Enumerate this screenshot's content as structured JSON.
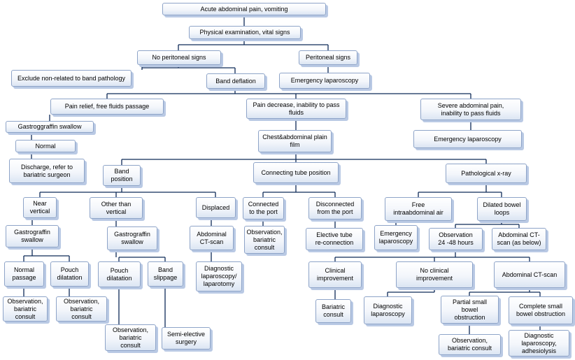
{
  "nodes": [
    {
      "id": "root",
      "text": "Acute abdominal pain, vomiting"
    },
    {
      "id": "pe",
      "text": "Physical examination, vital signs"
    },
    {
      "id": "noperi",
      "text": "No peritoneal signs"
    },
    {
      "id": "peri",
      "text": "Peritoneal signs"
    },
    {
      "id": "exclude",
      "text": "Exclude non-related to band pathology"
    },
    {
      "id": "deflation",
      "text": "Band deflation"
    },
    {
      "id": "emerg1",
      "text": "Emergency laparoscopy"
    },
    {
      "id": "painrelief",
      "text": "Pain relief, free fluids passage"
    },
    {
      "id": "paindecrease",
      "text": "Pain decrease, inability to pass\nfluids"
    },
    {
      "id": "severe",
      "text": "Severe abdominal pain,\ninability to pass fluids"
    },
    {
      "id": "gastro1",
      "text": "Gastroggraffin swallow"
    },
    {
      "id": "chestfilm",
      "text": "Chest&abdominal plain\nfilm"
    },
    {
      "id": "emerg2",
      "text": "Emergency laparoscopy"
    },
    {
      "id": "normal1",
      "text": "Normal"
    },
    {
      "id": "discharge",
      "text": "Discharge, refer to\nbariatric surgeon"
    },
    {
      "id": "bandpos",
      "text": "Band\nposition"
    },
    {
      "id": "tubepos",
      "text": "Connecting tube position"
    },
    {
      "id": "pathxray",
      "text": "Pathological x-ray"
    },
    {
      "id": "nearvert",
      "text": "Near\nvertical"
    },
    {
      "id": "othervert",
      "text": "Other than\nvertical"
    },
    {
      "id": "displaced",
      "text": "Displaced"
    },
    {
      "id": "connected",
      "text": "Connected\nto the port"
    },
    {
      "id": "disconnected",
      "text": "Disconnected\nfrom the port"
    },
    {
      "id": "freeair",
      "text": "Free\nintraabdominal air"
    },
    {
      "id": "dilated",
      "text": "Dilated bowel\nloops"
    },
    {
      "id": "gastro2",
      "text": "Gastrograffin\nswallow"
    },
    {
      "id": "gastro3",
      "text": "Gastrograffin\nswallow"
    },
    {
      "id": "abdct1",
      "text": "Abdominal\nCT-scan"
    },
    {
      "id": "obs1",
      "text": "Observation,\nbariatric\nconsult"
    },
    {
      "id": "elective",
      "text": "Elective tube\nre-connection"
    },
    {
      "id": "emerg3",
      "text": "Emergency\nlaparoscopy"
    },
    {
      "id": "obs2448",
      "text": "Observation\n24 -48 hours"
    },
    {
      "id": "abdct2",
      "text": "Abdominal CT-\nscan (as below)"
    },
    {
      "id": "normalpass",
      "text": "Normal\npassage"
    },
    {
      "id": "pouch1",
      "text": "Pouch\ndilatation"
    },
    {
      "id": "pouch2",
      "text": "Pouch\ndilatation"
    },
    {
      "id": "slippage",
      "text": "Band\nslippage"
    },
    {
      "id": "diaglap1",
      "text": "Diagnostic\nlaparoscopy/\nlaparotomy"
    },
    {
      "id": "clinimp",
      "text": "Clinical\nimprovement"
    },
    {
      "id": "noclinimp",
      "text": "No clinical\nimprovement"
    },
    {
      "id": "abdct3",
      "text": "Abdominal CT-scan"
    },
    {
      "id": "obs2",
      "text": "Observation,\nbariatric\nconsult"
    },
    {
      "id": "obs3",
      "text": "Observation,\nbariatric\nconsult"
    },
    {
      "id": "bariatric",
      "text": "Bariatric\nconsult"
    },
    {
      "id": "diaglap2",
      "text": "Diagnostic\nlaparoscopy"
    },
    {
      "id": "partial",
      "text": "Partial small\nbowel\nobstruction"
    },
    {
      "id": "complete",
      "text": "Complete small\nbowel obstruction"
    },
    {
      "id": "obs4",
      "text": "Observation,\nbariatric\nconsult"
    },
    {
      "id": "semielective",
      "text": "Semi-elective\nsurgery"
    },
    {
      "id": "obs5",
      "text": "Observation,\nbariatric consult"
    },
    {
      "id": "diaglap3",
      "text": "Diagnostic\nlaparoscopy,\nadhesiolysis"
    }
  ]
}
